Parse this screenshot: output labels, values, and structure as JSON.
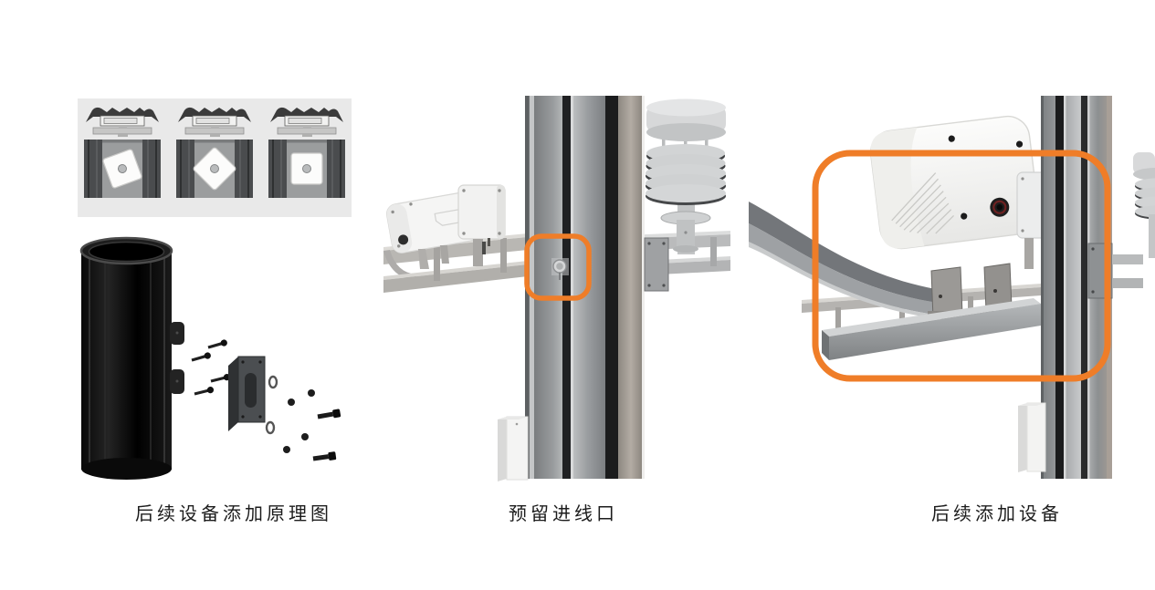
{
  "page": {
    "background": "#ffffff"
  },
  "annotation": {
    "highlight_color": "#EF7D28"
  },
  "figures": [
    {
      "id": "principle-diagram",
      "caption": "后续设备添加原理图"
    },
    {
      "id": "reserved-cable-inlet",
      "caption": "预留进线口"
    },
    {
      "id": "subsequently-added-device",
      "caption": "后续添加设备"
    }
  ]
}
